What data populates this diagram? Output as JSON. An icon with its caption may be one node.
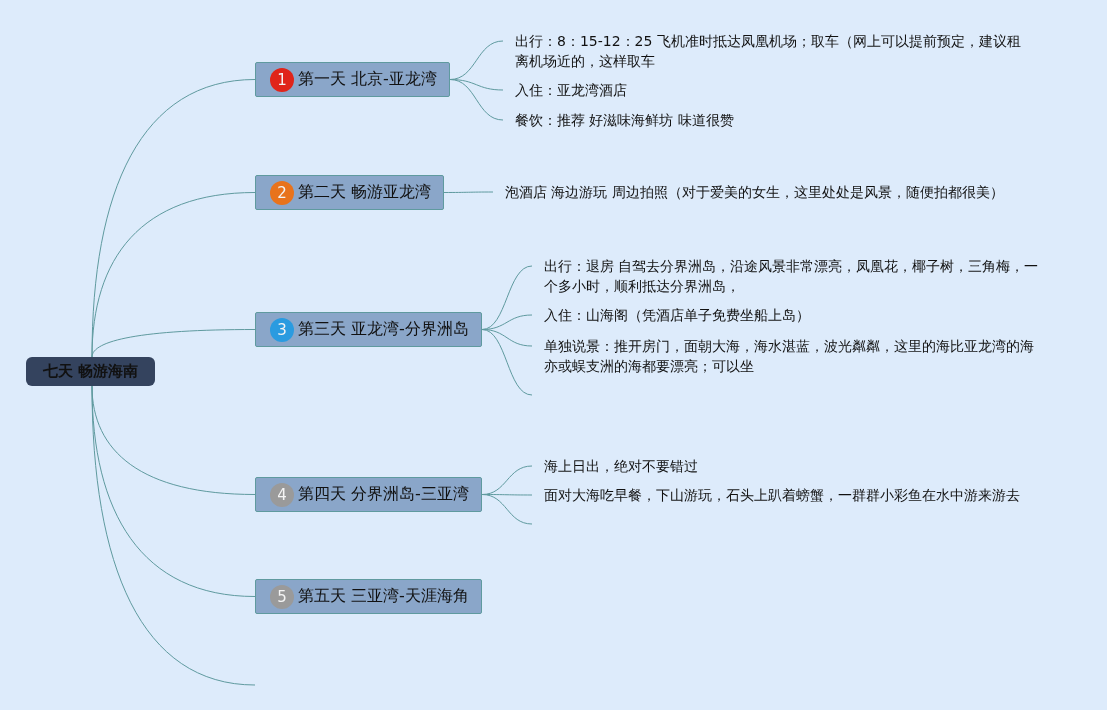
{
  "diagram": {
    "nodes": [
      {
        "text": [
          "七天 畅游海南"
        ]
      },
      {
        "text": [
          "1",
          "第一天 北京-亚龙湾"
        ]
      },
      {
        "text": [
          "2",
          "第二天 畅游亚龙湾"
        ]
      },
      {
        "text": [
          "3",
          "第三天 亚龙湾-分界洲岛"
        ]
      },
      {
        "text": [
          "4",
          "第四天 分界洲岛-三亚湾"
        ]
      },
      {
        "text": [
          "5",
          "第五天 三亚湾-天涯海角"
        ]
      },
      {
        "text": [
          "出行：8：15-12：25 飞机准时抵达凤凰机场；取车（网上可以提前预定，建议租离机场近的，这样取车"
        ]
      },
      {
        "text": [
          "入住：亚龙湾酒店"
        ]
      },
      {
        "text": [
          "餐饮：推荐 好滋味海鲜坊 味道很赞"
        ]
      },
      {
        "text": [
          "泡酒店 海边游玩 周边拍照（对于爱美的女生，这里处处是风景，随便拍都很美）"
        ]
      },
      {
        "text": [
          "出行：退房 自驾去分界洲岛，沿途风景非常漂亮，凤凰花，椰子树，三角梅，一个多小时，顺利抵达分界洲岛，"
        ]
      },
      {
        "text": [
          "入住：山海阁（凭酒店单子免费坐船上岛）"
        ]
      },
      {
        "text": [
          "单独说景：推开房门，面朝大海，海水湛蓝，波光粼粼，这里的海比亚龙湾的海亦或蜈支洲的海都要漂亮；可以坐"
        ]
      },
      {
        "text": [
          "海上日出，绝对不要错过"
        ]
      },
      {
        "text": [
          "面对大海吃早餐，下山游玩，石头上趴着螃蟹，一群群小彩鱼在水中游来游去"
        ]
      }
    ],
    "edges": [
      {
        "from": 0,
        "to": 1,
        "arrow": "none"
      },
      {
        "from": 0,
        "to": 2,
        "arrow": "none"
      },
      {
        "from": 0,
        "to": 3,
        "arrow": "none"
      },
      {
        "from": 0,
        "to": 4,
        "arrow": "none"
      },
      {
        "from": 0,
        "to": 5,
        "arrow": "none"
      },
      {
        "from": 0,
        "to": null,
        "arrow": "none"
      },
      {
        "from": 1,
        "to": 6,
        "arrow": "none"
      },
      {
        "from": 1,
        "to": 7,
        "arrow": "none"
      },
      {
        "from": 1,
        "to": 8,
        "arrow": "none"
      },
      {
        "from": 2,
        "to": 9,
        "arrow": "none"
      },
      {
        "from": 3,
        "to": 10,
        "arrow": "none"
      },
      {
        "from": 3,
        "to": 11,
        "arrow": "none"
      },
      {
        "from": 3,
        "to": 12,
        "arrow": "none"
      },
      {
        "from": 3,
        "to": null,
        "arrow": "none"
      },
      {
        "from": 4,
        "to": 13,
        "arrow": "none"
      },
      {
        "from": 4,
        "to": 14,
        "arrow": "none"
      },
      {
        "from": 4,
        "to": null,
        "arrow": "none"
      }
    ]
  }
}
